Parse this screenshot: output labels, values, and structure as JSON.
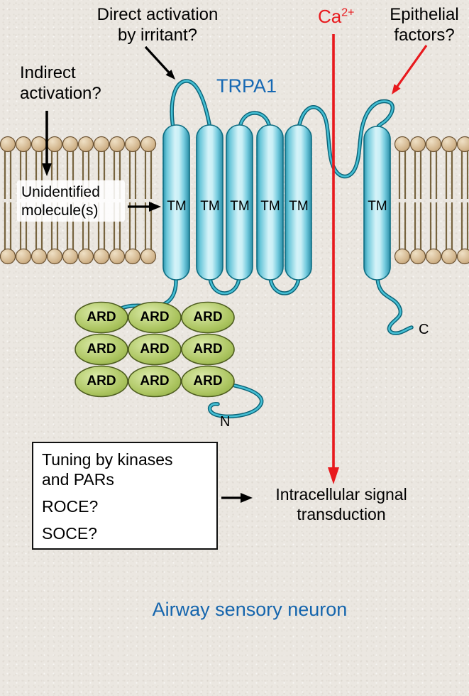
{
  "protein": {
    "name": "TRPA1",
    "tm_label": "TM",
    "ard_label": "ARD",
    "n_terminus": "N",
    "c_terminus": "C"
  },
  "annotations": {
    "direct_activation": "Direct activation\nby irritant?",
    "indirect_activation": "Indirect\nactivation?",
    "unidentified_molecule": "Unidentified\nmolecule(s)",
    "calcium_base": "Ca",
    "calcium_sup": "2+",
    "epithelial_factors": "Epithelial\nfactors?",
    "signal_transduction": "Intracellular signal\ntransduction",
    "neuron": "Airway sensory neuron"
  },
  "box": {
    "tuning": "Tuning by kinases\nand PARs",
    "roce": "ROCE?",
    "soce": "SOCE?"
  },
  "colors": {
    "tm_fill": "#9fdcea",
    "tm_stroke": "#0d6d82",
    "ard_fill": "#a9c45f",
    "membrane_head": "#d2b58c",
    "arrow_red": "#e8191d",
    "label_blue": "#1565ad"
  }
}
